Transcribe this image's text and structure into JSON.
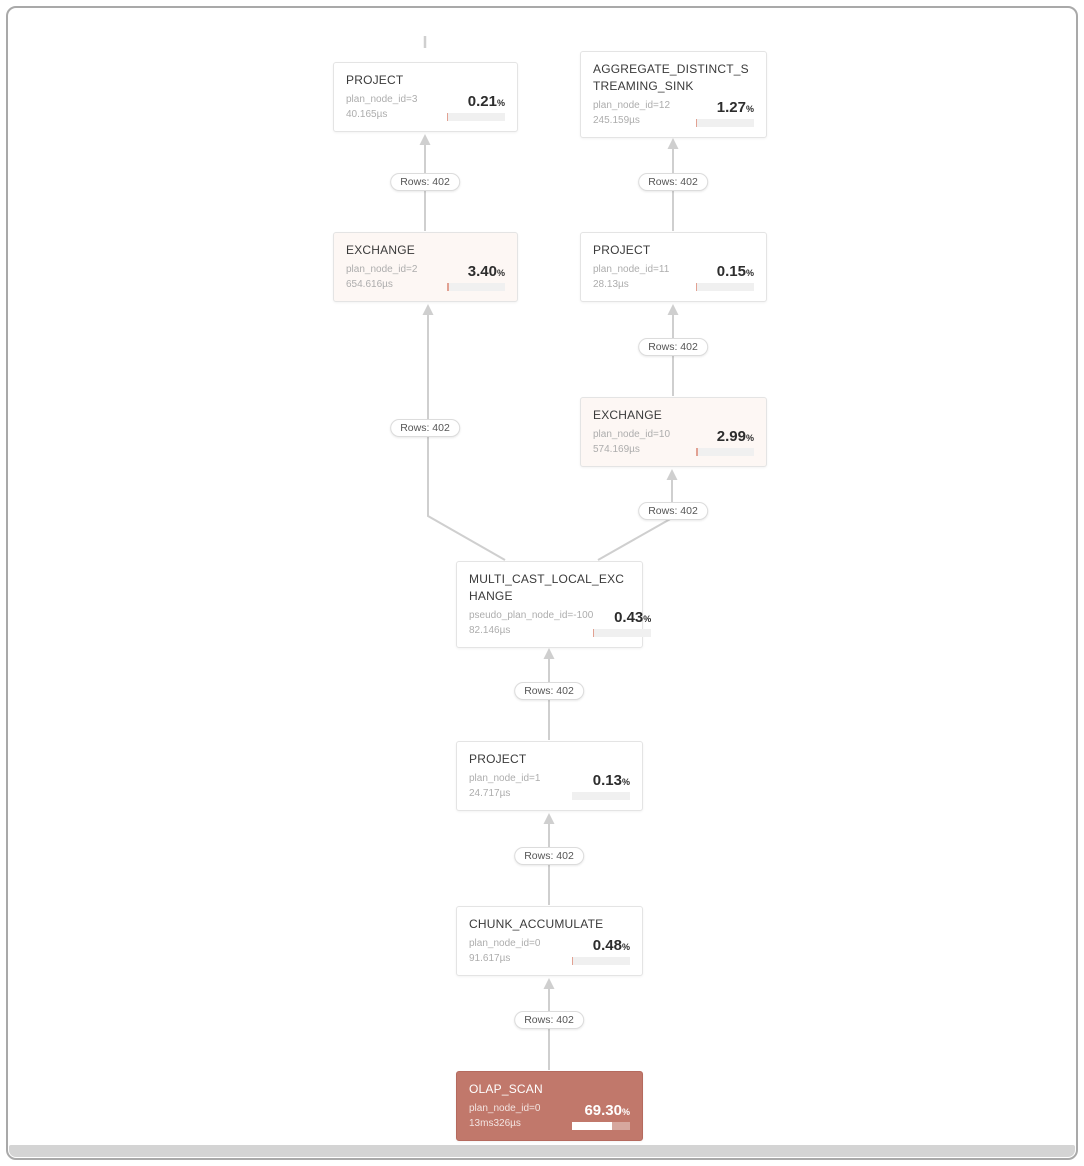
{
  "diagram": {
    "nodes": [
      {
        "title": "PROJECT",
        "meta1": "plan_node_id=3",
        "meta2": "40.165µs",
        "percent": "0.21",
        "percent_unit": "%",
        "percent_value": 0.21
      },
      {
        "title": "AGGREGATE_DISTINCT_STREAMING_SINK",
        "meta1": "plan_node_id=12",
        "meta2": "245.159µs",
        "percent": "1.27",
        "percent_unit": "%",
        "percent_value": 1.27
      },
      {
        "title": "EXCHANGE",
        "meta1": "plan_node_id=2",
        "meta2": "654.616µs",
        "percent": "3.40",
        "percent_unit": "%",
        "percent_value": 3.4
      },
      {
        "title": "PROJECT",
        "meta1": "plan_node_id=11",
        "meta2": "28.13µs",
        "percent": "0.15",
        "percent_unit": "%",
        "percent_value": 0.15
      },
      {
        "title": "EXCHANGE",
        "meta1": "plan_node_id=10",
        "meta2": "574.169µs",
        "percent": "2.99",
        "percent_unit": "%",
        "percent_value": 2.99
      },
      {
        "title": "MULTI_CAST_LOCAL_EXCHANGE",
        "meta1": "pseudo_plan_node_id=-100",
        "meta2": "82.146µs",
        "percent": "0.43",
        "percent_unit": "%",
        "percent_value": 0.43
      },
      {
        "title": "PROJECT",
        "meta1": "plan_node_id=1",
        "meta2": "24.717µs",
        "percent": "0.13",
        "percent_unit": "%",
        "percent_value": 0.13
      },
      {
        "title": "CHUNK_ACCUMULATE",
        "meta1": "plan_node_id=0",
        "meta2": "91.617µs",
        "percent": "0.48",
        "percent_unit": "%",
        "percent_value": 0.48
      },
      {
        "title": "OLAP_SCAN",
        "meta1": "plan_node_id=0",
        "meta2": "13ms326µs",
        "percent": "69.30",
        "percent_unit": "%",
        "percent_value": 69.3
      }
    ],
    "edges": [
      {
        "label": "Rows: 402"
      },
      {
        "label": "Rows: 402"
      },
      {
        "label": "Rows: 402"
      },
      {
        "label": "Rows: 402"
      },
      {
        "label": "Rows: 402"
      },
      {
        "label": "Rows: 402"
      },
      {
        "label": "Rows: 402"
      },
      {
        "label": "Rows: 402"
      }
    ],
    "colors": {
      "hot_node_bg": "#c1786b",
      "warm_node_bg": "#fdf7f4",
      "edge": "#cfcfcf"
    }
  }
}
